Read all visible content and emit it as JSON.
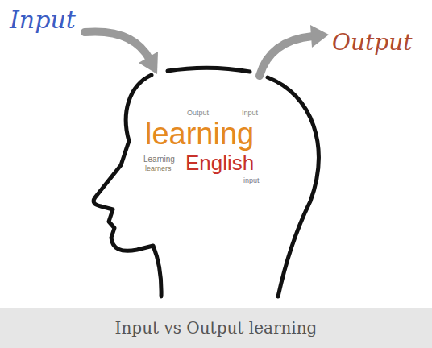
{
  "diagram": {
    "caption": "Input vs Output learning",
    "labels": [
      "Input",
      "Output",
      "Output",
      "learning",
      "English",
      "Learning",
      "learners",
      "input",
      "Input"
    ]
  }
}
